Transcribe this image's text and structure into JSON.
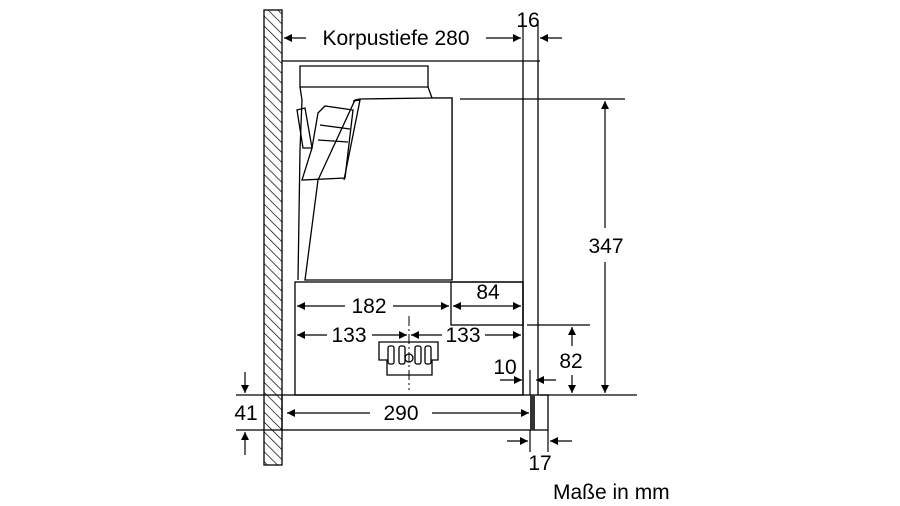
{
  "drawing": {
    "dimensions": {
      "korpustiefe": "Korpustiefe 280",
      "top_gap": "16",
      "height": "347",
      "width_182": "182",
      "width_84": "84",
      "left_133": "133",
      "right_133": "133",
      "height_82": "82",
      "gap_10": "10",
      "depth_290": "290",
      "panel_41": "41",
      "front_17": "17"
    },
    "units_note": "Maße in mm"
  }
}
